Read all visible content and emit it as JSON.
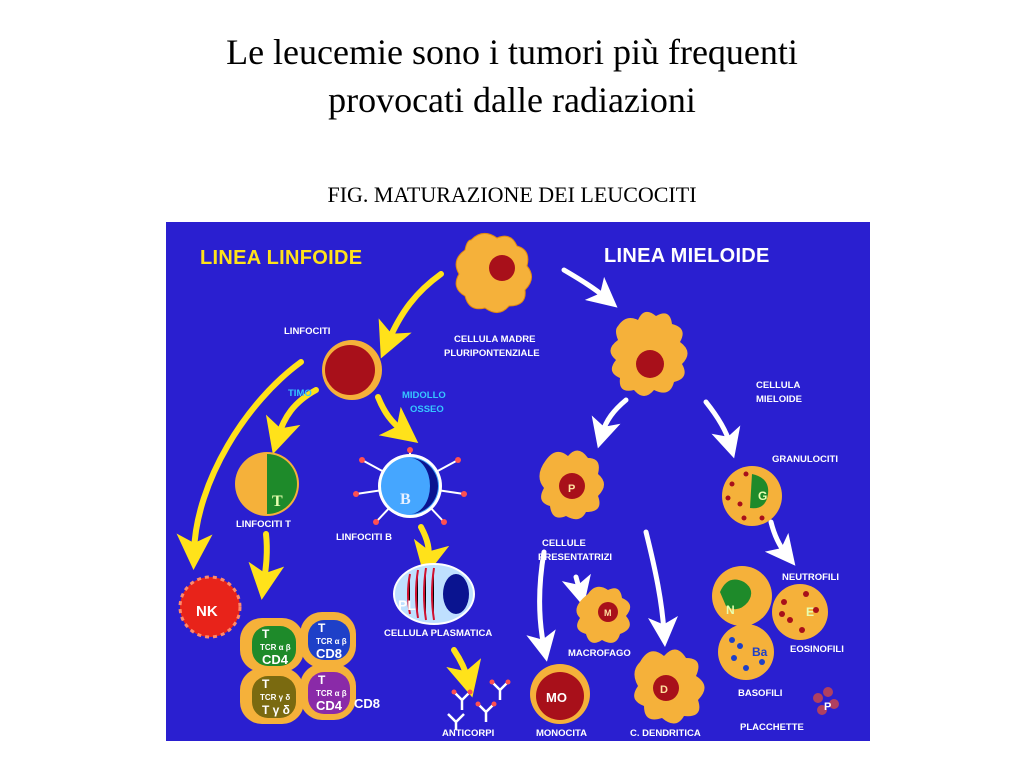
{
  "title": {
    "line1": "Le leucemie sono i tumori più frequenti",
    "line2": "provocati dalle radiazioni"
  },
  "caption": "FIG. MATURAZIONE DEI LEUCOCITI",
  "diagram": {
    "headings": {
      "lymphoid": "LINEA LINFOIDE",
      "myeloid": "LINEA MIELOIDE"
    },
    "labels": {
      "linfociti": "LINFOCITI",
      "cellula_madre_1": "CELLULA MADRE",
      "cellula_madre_2": "PLURIPONTENZIALE",
      "timo": "TIMO",
      "midollo_1": "MIDOLLO",
      "midollo_2": "OSSEO",
      "cellula_mieloide_1": "CELLULA",
      "cellula_mieloide_2": "MIELOIDE",
      "granulociti": "GRANULOCITI",
      "linfociti_t": "LINFOCITI T",
      "linfociti_b": "LINFOCITI B",
      "cellule_presentatrici_1": "CELLULE",
      "cellule_presentatrici_2": "PRESENTATRIZI",
      "neutrofili": "NEUTROFILI",
      "cellula_plasmatica": "CELLULA PLASMATICA",
      "macrofago": "MACROFAGO",
      "eosinofili": "EOSINOFILI",
      "basofili": "BASOFILI",
      "placchette": "PLACCHETTE",
      "anticorpi": "ANTICORPI",
      "monocita": "MONOCITA",
      "c_dendritica": "C. DENDRITICA",
      "cd8_outside": "CD8"
    },
    "cell_markers": {
      "t": "T",
      "b": "B",
      "nk": "NK",
      "pl": "PL",
      "p": "P",
      "g": "G",
      "m": "M",
      "n": "N",
      "e": "E",
      "ba": "Ba",
      "mo": "MO",
      "d": "D",
      "platelet": "P",
      "cd4": "CD4",
      "cd8": "CD8",
      "tcr_ab": "TCR α β",
      "tcr_gd": "TCR γ δ",
      "t_gamma_delta": "T γ δ"
    },
    "colors": {
      "background": "#2a1fd0",
      "cell_orange": "#f5b13a",
      "nucleus_red": "#a8101a",
      "arrow_yellow": "#ffe21a",
      "arrow_white": "#ffffff",
      "label_cyan": "#36c7ff"
    }
  }
}
